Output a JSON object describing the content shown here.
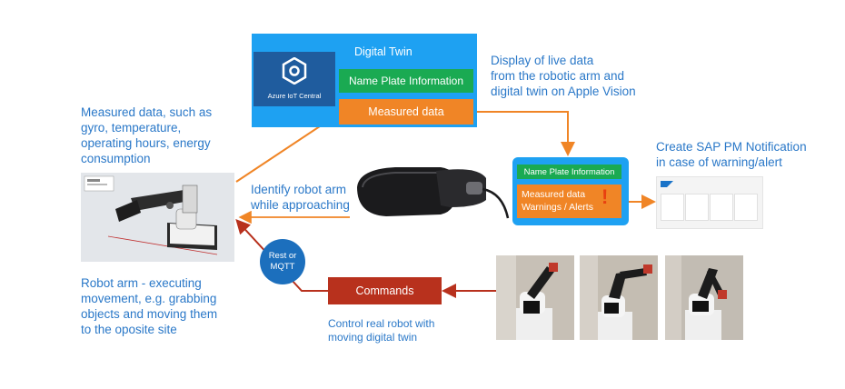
{
  "digital_twin": {
    "title": "Digital Twin",
    "azure_label": "Azure IoT Central",
    "name_plate": "Name Plate Information",
    "measured": "Measured data"
  },
  "vision_panel": {
    "name_plate": "Name Plate Information",
    "measured_line1": "Measured data",
    "measured_line2": "Warnings / Alerts",
    "alert_mark": "!"
  },
  "labels": {
    "display_line1": "Display of live data",
    "display_line2": "from the robotic arm and",
    "display_line3": "digital twin on Apple Vision",
    "measured_line1": "Measured data, such as",
    "measured_line2": "gyro, temperature,",
    "measured_line3": "operating hours, energy",
    "measured_line4": "consumption",
    "sap_line1": "Create SAP PM Notification",
    "sap_line2": "in case of warning/alert",
    "identify_line1": "Identify robot arm",
    "identify_line2": "while approaching",
    "robot_line1": "Robot arm - executing",
    "robot_line2": "movement, e.g. grabbing",
    "robot_line3": "objects and moving them",
    "robot_line4": "to the oposite site",
    "control_line1": "Control real robot with",
    "control_line2": "moving digital twin"
  },
  "protocol": {
    "line1": "Rest or",
    "line2": "MQTT"
  },
  "commands_label": "Commands",
  "colors": {
    "label_blue": "#2a78c8",
    "twin_blue": "#1ea1f2",
    "green": "#1aaa52",
    "orange": "#f08526",
    "command_red": "#b8311d",
    "arrow_orange": "#f08526",
    "arrow_red": "#b8311d"
  },
  "icons": [
    "azure-iot-central-logo",
    "apple-vision-headset",
    "robot-arm-cad",
    "robot-arm-photo",
    "sap-app-screenshot"
  ]
}
